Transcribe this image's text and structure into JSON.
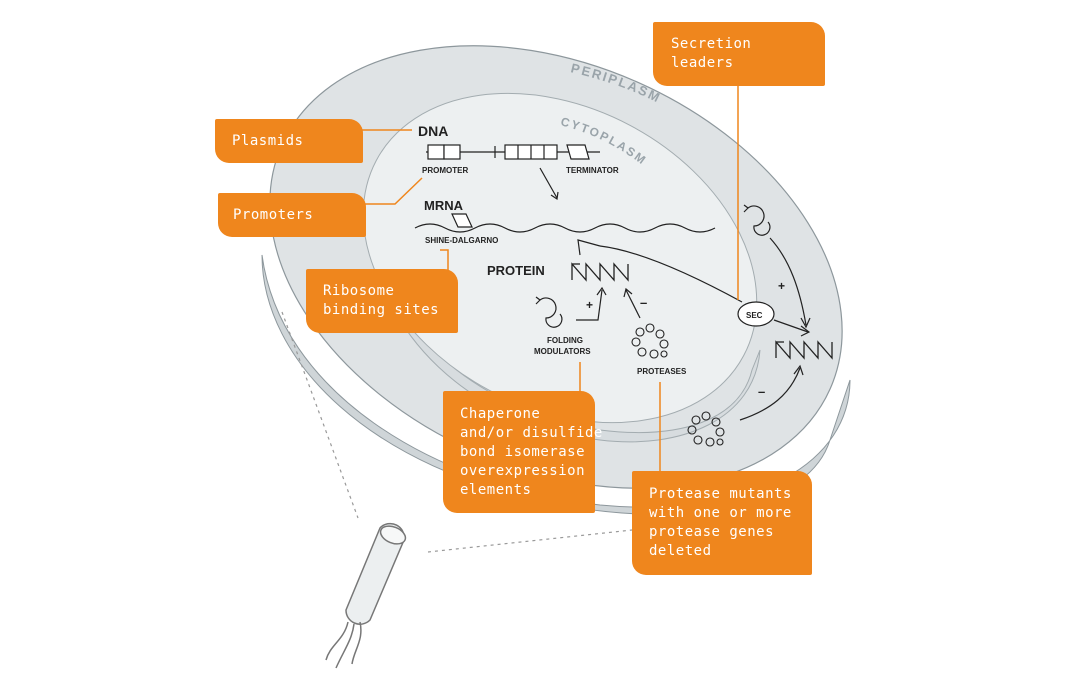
{
  "diagram": {
    "regions": {
      "periplasm": "PERIPLASM",
      "cytoplasm": "CYTOPLASM"
    },
    "labels": {
      "dna": "DNA",
      "promoter": "PROMOTER",
      "terminator": "TERMINATOR",
      "mrna": "MRNA",
      "shine_dalgarno": "SHINE-DALGARNO",
      "protein": "PROTEIN",
      "folding_line1": "FOLDING",
      "folding_line2": "MODULATORS",
      "proteases": "PROTEASES",
      "sec": "SEC",
      "plus": "+",
      "minus": "–"
    },
    "callouts": {
      "secretion": [
        "Secretion",
        "leaders"
      ],
      "plasmids": [
        "Plasmids"
      ],
      "promoters": [
        "Promoters"
      ],
      "ribosome": [
        "Ribosome",
        "binding sites"
      ],
      "chaperone": [
        "Chaperone",
        "and/or disulfide",
        "bond isomerase",
        "overexpression",
        "elements"
      ],
      "protease_mutants": [
        "Protease mutants",
        "with one or more",
        "protease genes",
        "deleted"
      ]
    },
    "colors": {
      "accent": "#ef861d",
      "periplasm_fill": "#dfe3e5",
      "cytoplasm_fill": "#edf0f1",
      "stroke": "#8d979c",
      "ink": "#222222"
    }
  }
}
